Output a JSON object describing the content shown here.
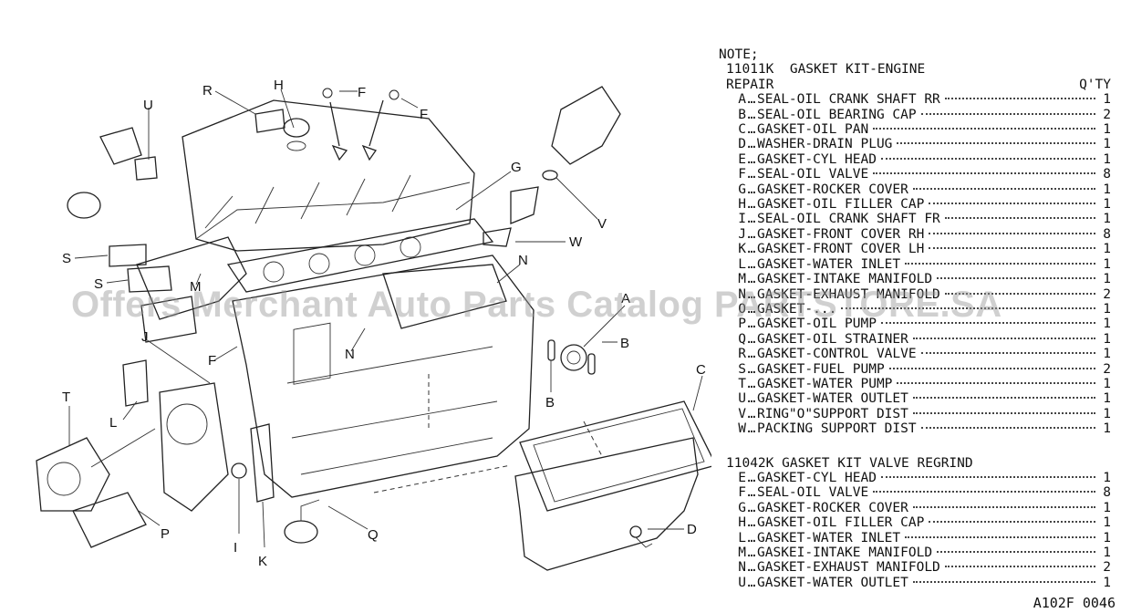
{
  "labels": {
    "A": "A",
    "B": "B",
    "C": "C",
    "D": "D",
    "F": "F",
    "G": "G",
    "H": "H",
    "I": "I",
    "J": "J",
    "K": "K",
    "L": "L",
    "M": "M",
    "N": "N",
    "P": "P",
    "Q": "Q",
    "R": "R",
    "S": "S",
    "T": "T",
    "U": "U",
    "V": "V",
    "W": "W"
  },
  "watermark": "Offers Merchant Auto Parts Catalog PARTSTORE.SA",
  "notes": {
    "heading": "NOTE;",
    "kit1": {
      "title": "11011K  GASKET KIT-ENGINE",
      "subtitle": "REPAIR",
      "qty_header": "Q'TY",
      "items": [
        {
          "code": "A",
          "name": "SEAL-OIL CRANK SHAFT RR",
          "qty": "1"
        },
        {
          "code": "B",
          "name": "SEAL-OIL BEARING CAP",
          "qty": "2"
        },
        {
          "code": "C",
          "name": "GASKET-OIL PAN",
          "qty": "1"
        },
        {
          "code": "D",
          "name": "WASHER-DRAIN PLUG",
          "qty": "1"
        },
        {
          "code": "E",
          "name": "GASKET-CYL HEAD",
          "qty": "1"
        },
        {
          "code": "F",
          "name": "SEAL-OIL VALVE",
          "qty": "8"
        },
        {
          "code": "G",
          "name": "GASKET-ROCKER COVER",
          "qty": "1"
        },
        {
          "code": "H",
          "name": "GASKET-OIL FILLER CAP",
          "qty": "1"
        },
        {
          "code": "I",
          "name": "SEAL-OIL CRANK SHAFT FR",
          "qty": "1"
        },
        {
          "code": "J",
          "name": "GASKET-FRONT COVER RH",
          "qty": "8"
        },
        {
          "code": "K",
          "name": "GASKET-FRONT COVER LH",
          "qty": "1"
        },
        {
          "code": "L",
          "name": "GASKET-WATER INLET",
          "qty": "1"
        },
        {
          "code": "M",
          "name": "GASKET-INTAKE MANIFOLD",
          "qty": "1"
        },
        {
          "code": "N",
          "name": "GASKET-EXHAUST MANIFOLD",
          "qty": "2"
        },
        {
          "code": "O",
          "name": "GASKET-...",
          "qty": "1"
        },
        {
          "code": "P",
          "name": "GASKET-OIL PUMP",
          "qty": "1"
        },
        {
          "code": "Q",
          "name": "GASKET-OIL STRAINER",
          "qty": "1"
        },
        {
          "code": "R",
          "name": "GASKET-CONTROL VALVE",
          "qty": "1"
        },
        {
          "code": "S",
          "name": "GASKET-FUEL PUMP",
          "qty": "2"
        },
        {
          "code": "T",
          "name": "GASKET-WATER PUMP",
          "qty": "1"
        },
        {
          "code": "U",
          "name": "GASKET-WATER OUTLET",
          "qty": "1"
        },
        {
          "code": "V",
          "name": "RING\"O\"SUPPORT DIST",
          "qty": "1"
        },
        {
          "code": "W",
          "name": "PACKING SUPPORT DIST",
          "qty": "1"
        }
      ]
    },
    "kit2": {
      "title": "11042K GASKET KIT VALVE REGRIND",
      "items": [
        {
          "code": "E",
          "name": "GASKET-CYL HEAD",
          "qty": "1"
        },
        {
          "code": "F",
          "name": "SEAL-OIL VALVE",
          "qty": "8"
        },
        {
          "code": "G",
          "name": "GASKET-ROCKER COVER",
          "qty": "1"
        },
        {
          "code": "H",
          "name": "GASKET-OIL FILLER CAP",
          "qty": "1"
        },
        {
          "code": "L",
          "name": "GASKET-WATER INLET",
          "qty": "1"
        },
        {
          "code": "M",
          "name": "GASKEI-INTAKE MANIFOLD",
          "qty": "1"
        },
        {
          "code": "N",
          "name": "GASKET-EXHAUST MANIFOLD",
          "qty": "2"
        },
        {
          "code": "U",
          "name": "GASKET-WATER OUTLET",
          "qty": "1"
        }
      ]
    }
  },
  "ref_code": "A102F 0046"
}
